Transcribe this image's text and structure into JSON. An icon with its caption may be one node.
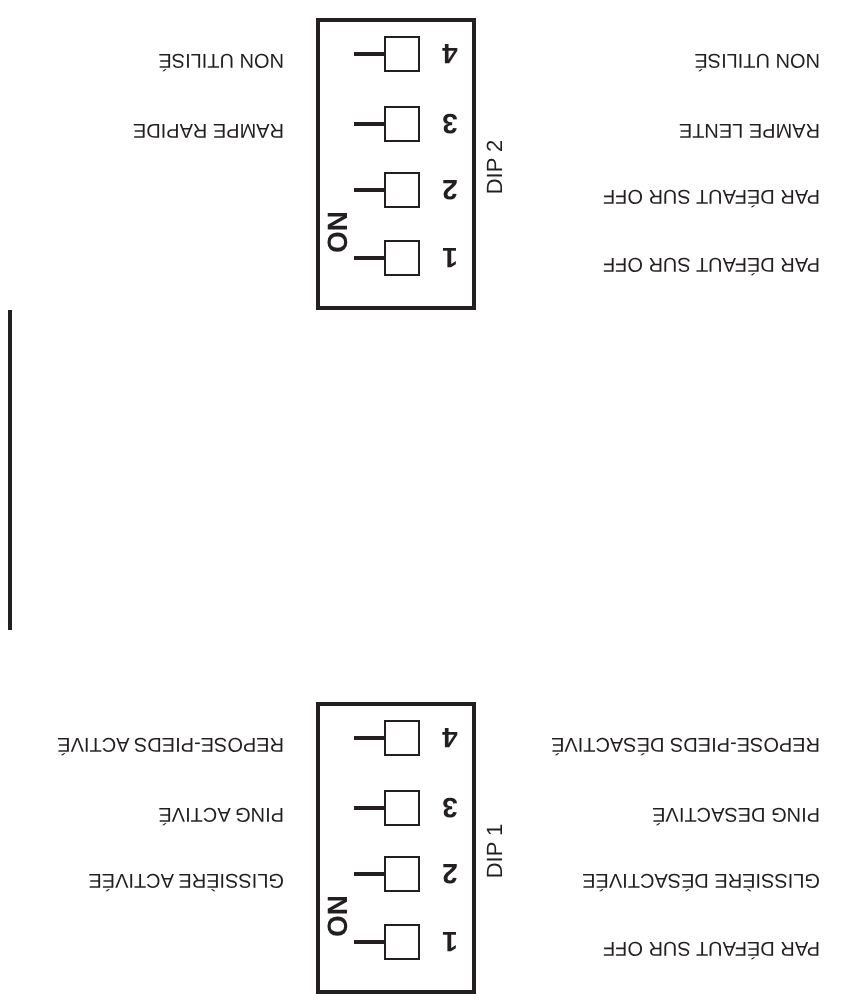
{
  "diagram": {
    "nodes": [
      {
        "text": [
          "ON",
          "1",
          "2",
          "3",
          "4"
        ],
        "beside": [
          "DIP 1"
        ]
      },
      {
        "text": [
          "ON",
          "1",
          "2",
          "3",
          "4"
        ],
        "beside": [
          "DIP 2"
        ]
      }
    ],
    "labels": [
      "PAR DÉFAUT SUR OFF",
      "GLISSIÈRE DÉSACTIVÉE",
      "GLISSIÈRE ACTIVÉE",
      "PING DESACTIVÉ",
      "PING ACTIVÉ",
      "REPOSE-PIEDS DÉSACTIVÉ",
      "REPOSE-PIEDS ACTIVÉ",
      "PAR DÉFAUT SUR OFF",
      "PAR DÉFAUT SUR OFF",
      "RAMPE LENTE",
      "RAMPE RAPIDE",
      "NON UTILISÉ",
      "NON UTILISÉ"
    ]
  }
}
